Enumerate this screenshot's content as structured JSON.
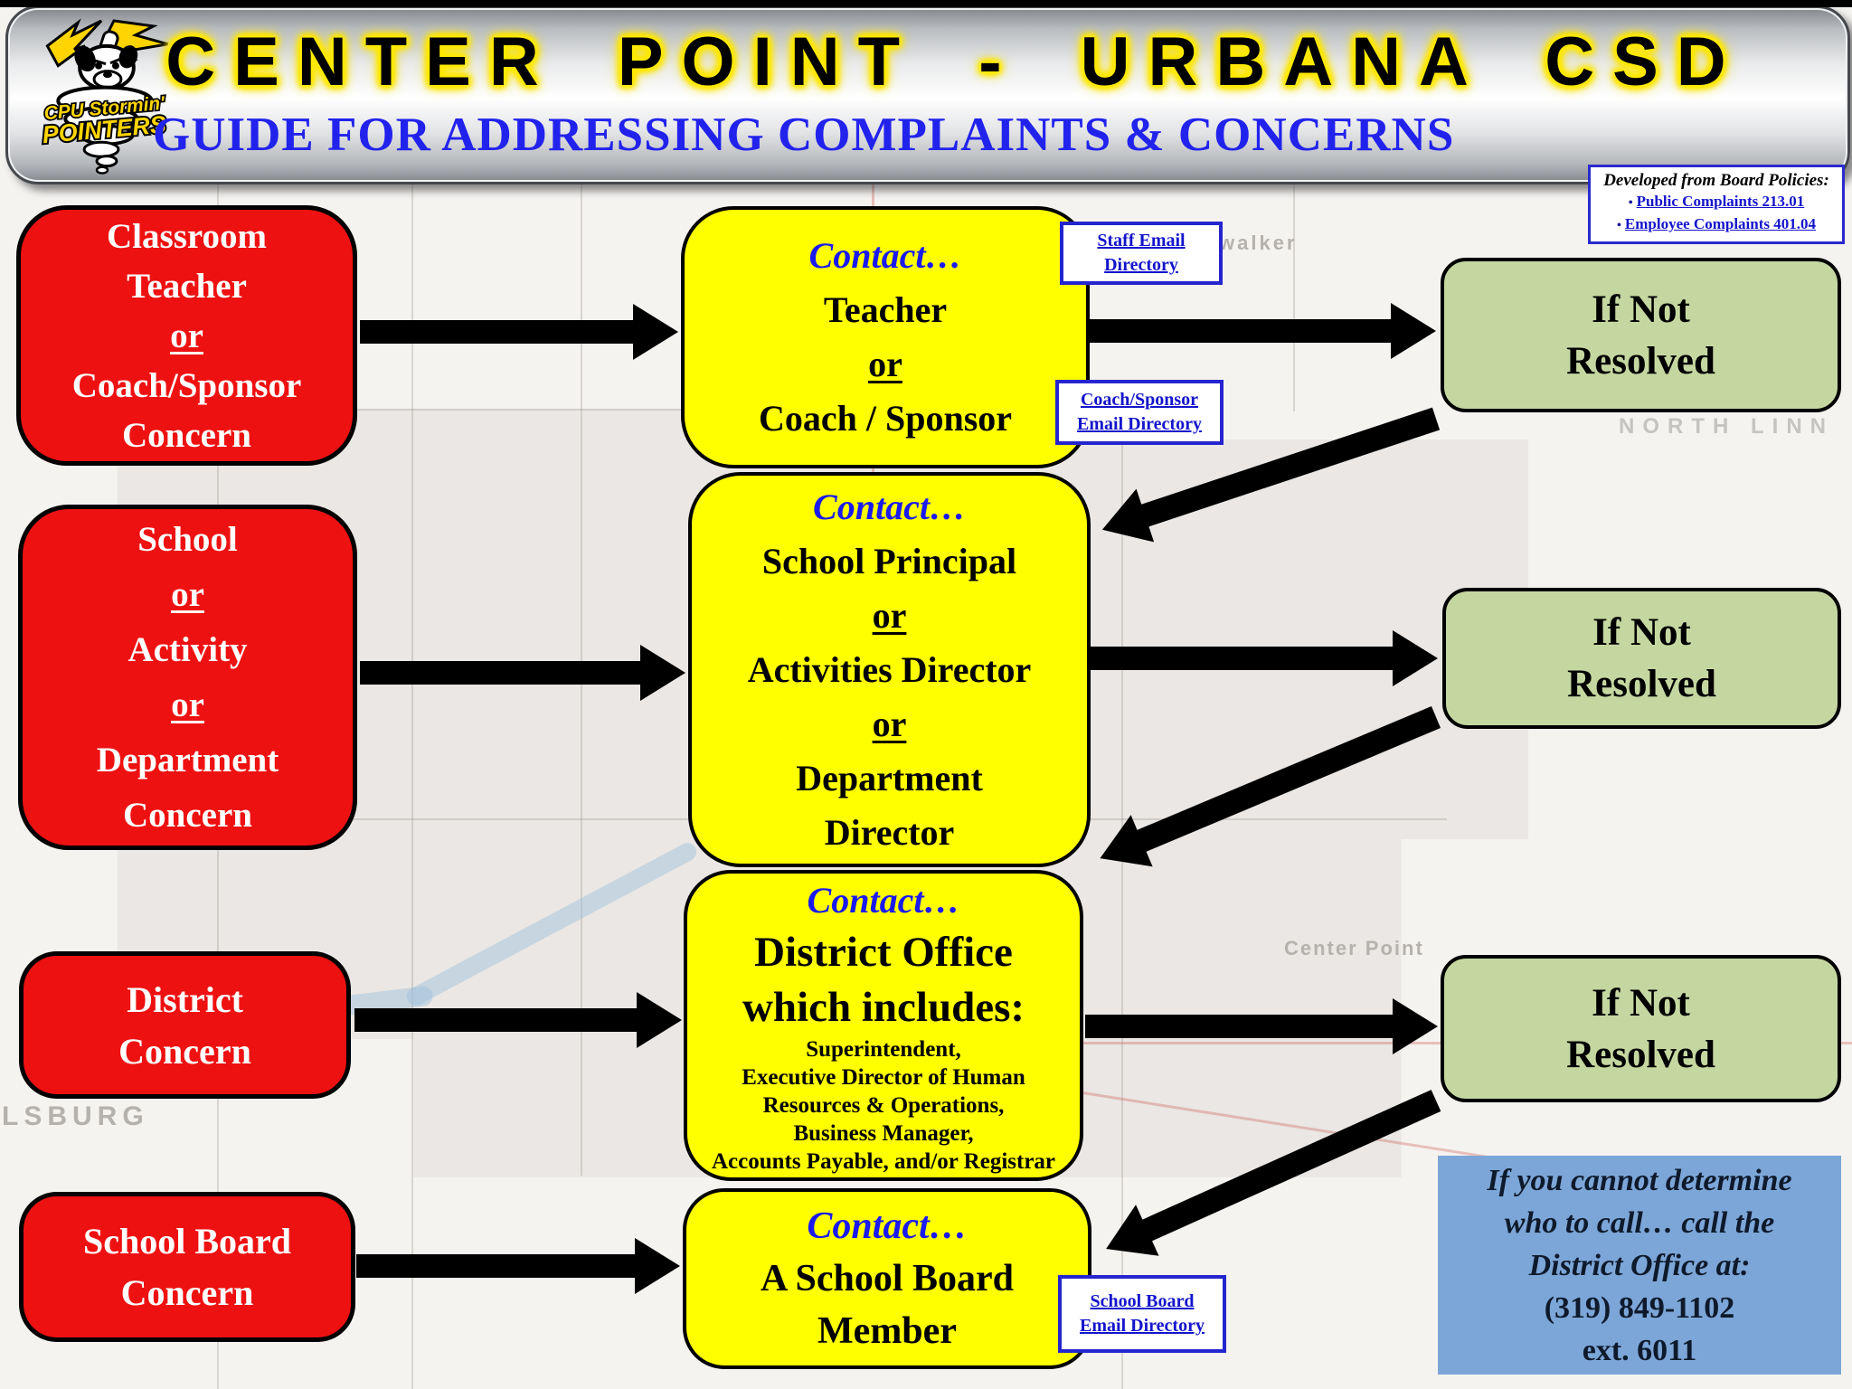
{
  "header": {
    "title": "CENTER POINT - URBANA CSD",
    "subtitle": "GUIDE FOR ADDRESSING COMPLAINTS & CONCERNS"
  },
  "logo": {
    "line1": "CPU Stormin'",
    "line2": "POINTERS"
  },
  "policies": {
    "title": "Developed from Board Policies:",
    "bullet": "•",
    "links": [
      "Public Complaints 213.01",
      "Employee Complaints 401.04"
    ]
  },
  "red_boxes": [
    {
      "lines": [
        "Classroom",
        "Teacher",
        "or",
        "Coach/Sponsor",
        "Concern"
      ]
    },
    {
      "lines": [
        "School",
        "or",
        "Activity",
        "or",
        "Department",
        "Concern"
      ]
    },
    {
      "lines": [
        "District",
        "Concern"
      ]
    },
    {
      "lines": [
        "School Board",
        "Concern"
      ]
    }
  ],
  "yellow_boxes": [
    {
      "contact": "Contact…",
      "lines": [
        "Teacher",
        "or",
        "Coach / Sponsor"
      ]
    },
    {
      "contact": "Contact…",
      "lines": [
        "School Principal",
        "or",
        "Activities Director",
        "or",
        "Department",
        "Director"
      ]
    },
    {
      "contact": "Contact…",
      "lines": [
        "District Office",
        "which includes:"
      ],
      "sub_lines": [
        "Superintendent,",
        "Executive Director of Human",
        "Resources & Operations,",
        "Business Manager,",
        "Accounts Payable, and/or Registrar"
      ]
    },
    {
      "contact": "Contact…",
      "lines": [
        "A School Board",
        "Member"
      ]
    }
  ],
  "green_boxes": [
    {
      "line1": "If Not",
      "line2": "Resolved"
    },
    {
      "line1": "If Not",
      "line2": "Resolved"
    },
    {
      "line1": "If Not",
      "line2": "Resolved"
    }
  ],
  "directory_links": {
    "staff": {
      "line1": "Staff Email",
      "line2": "Directory"
    },
    "coach": {
      "line1": "Coach/Sponsor",
      "line2": "Email Directory"
    },
    "board": {
      "line1": "School Board",
      "line2": "Email Directory"
    }
  },
  "footer_note": {
    "italic_lines": [
      "If you cannot determine",
      "who to call… call the",
      "District Office at:"
    ],
    "phone": "(319) 849-1102",
    "ext": "ext. 6011"
  },
  "map": {
    "labels": [
      "LSBURG",
      "walker",
      "NORTH LINN",
      "Center Point"
    ]
  },
  "colors": {
    "concern_red": "#ee1111",
    "contact_yellow": "#ffff00",
    "resolved_green": "#c5d7a0",
    "panel_blue": "#7ca6d8",
    "link_blue": "#1414cc",
    "title_glow": "#ffe600",
    "subtitle_blue": "#2222ed"
  }
}
